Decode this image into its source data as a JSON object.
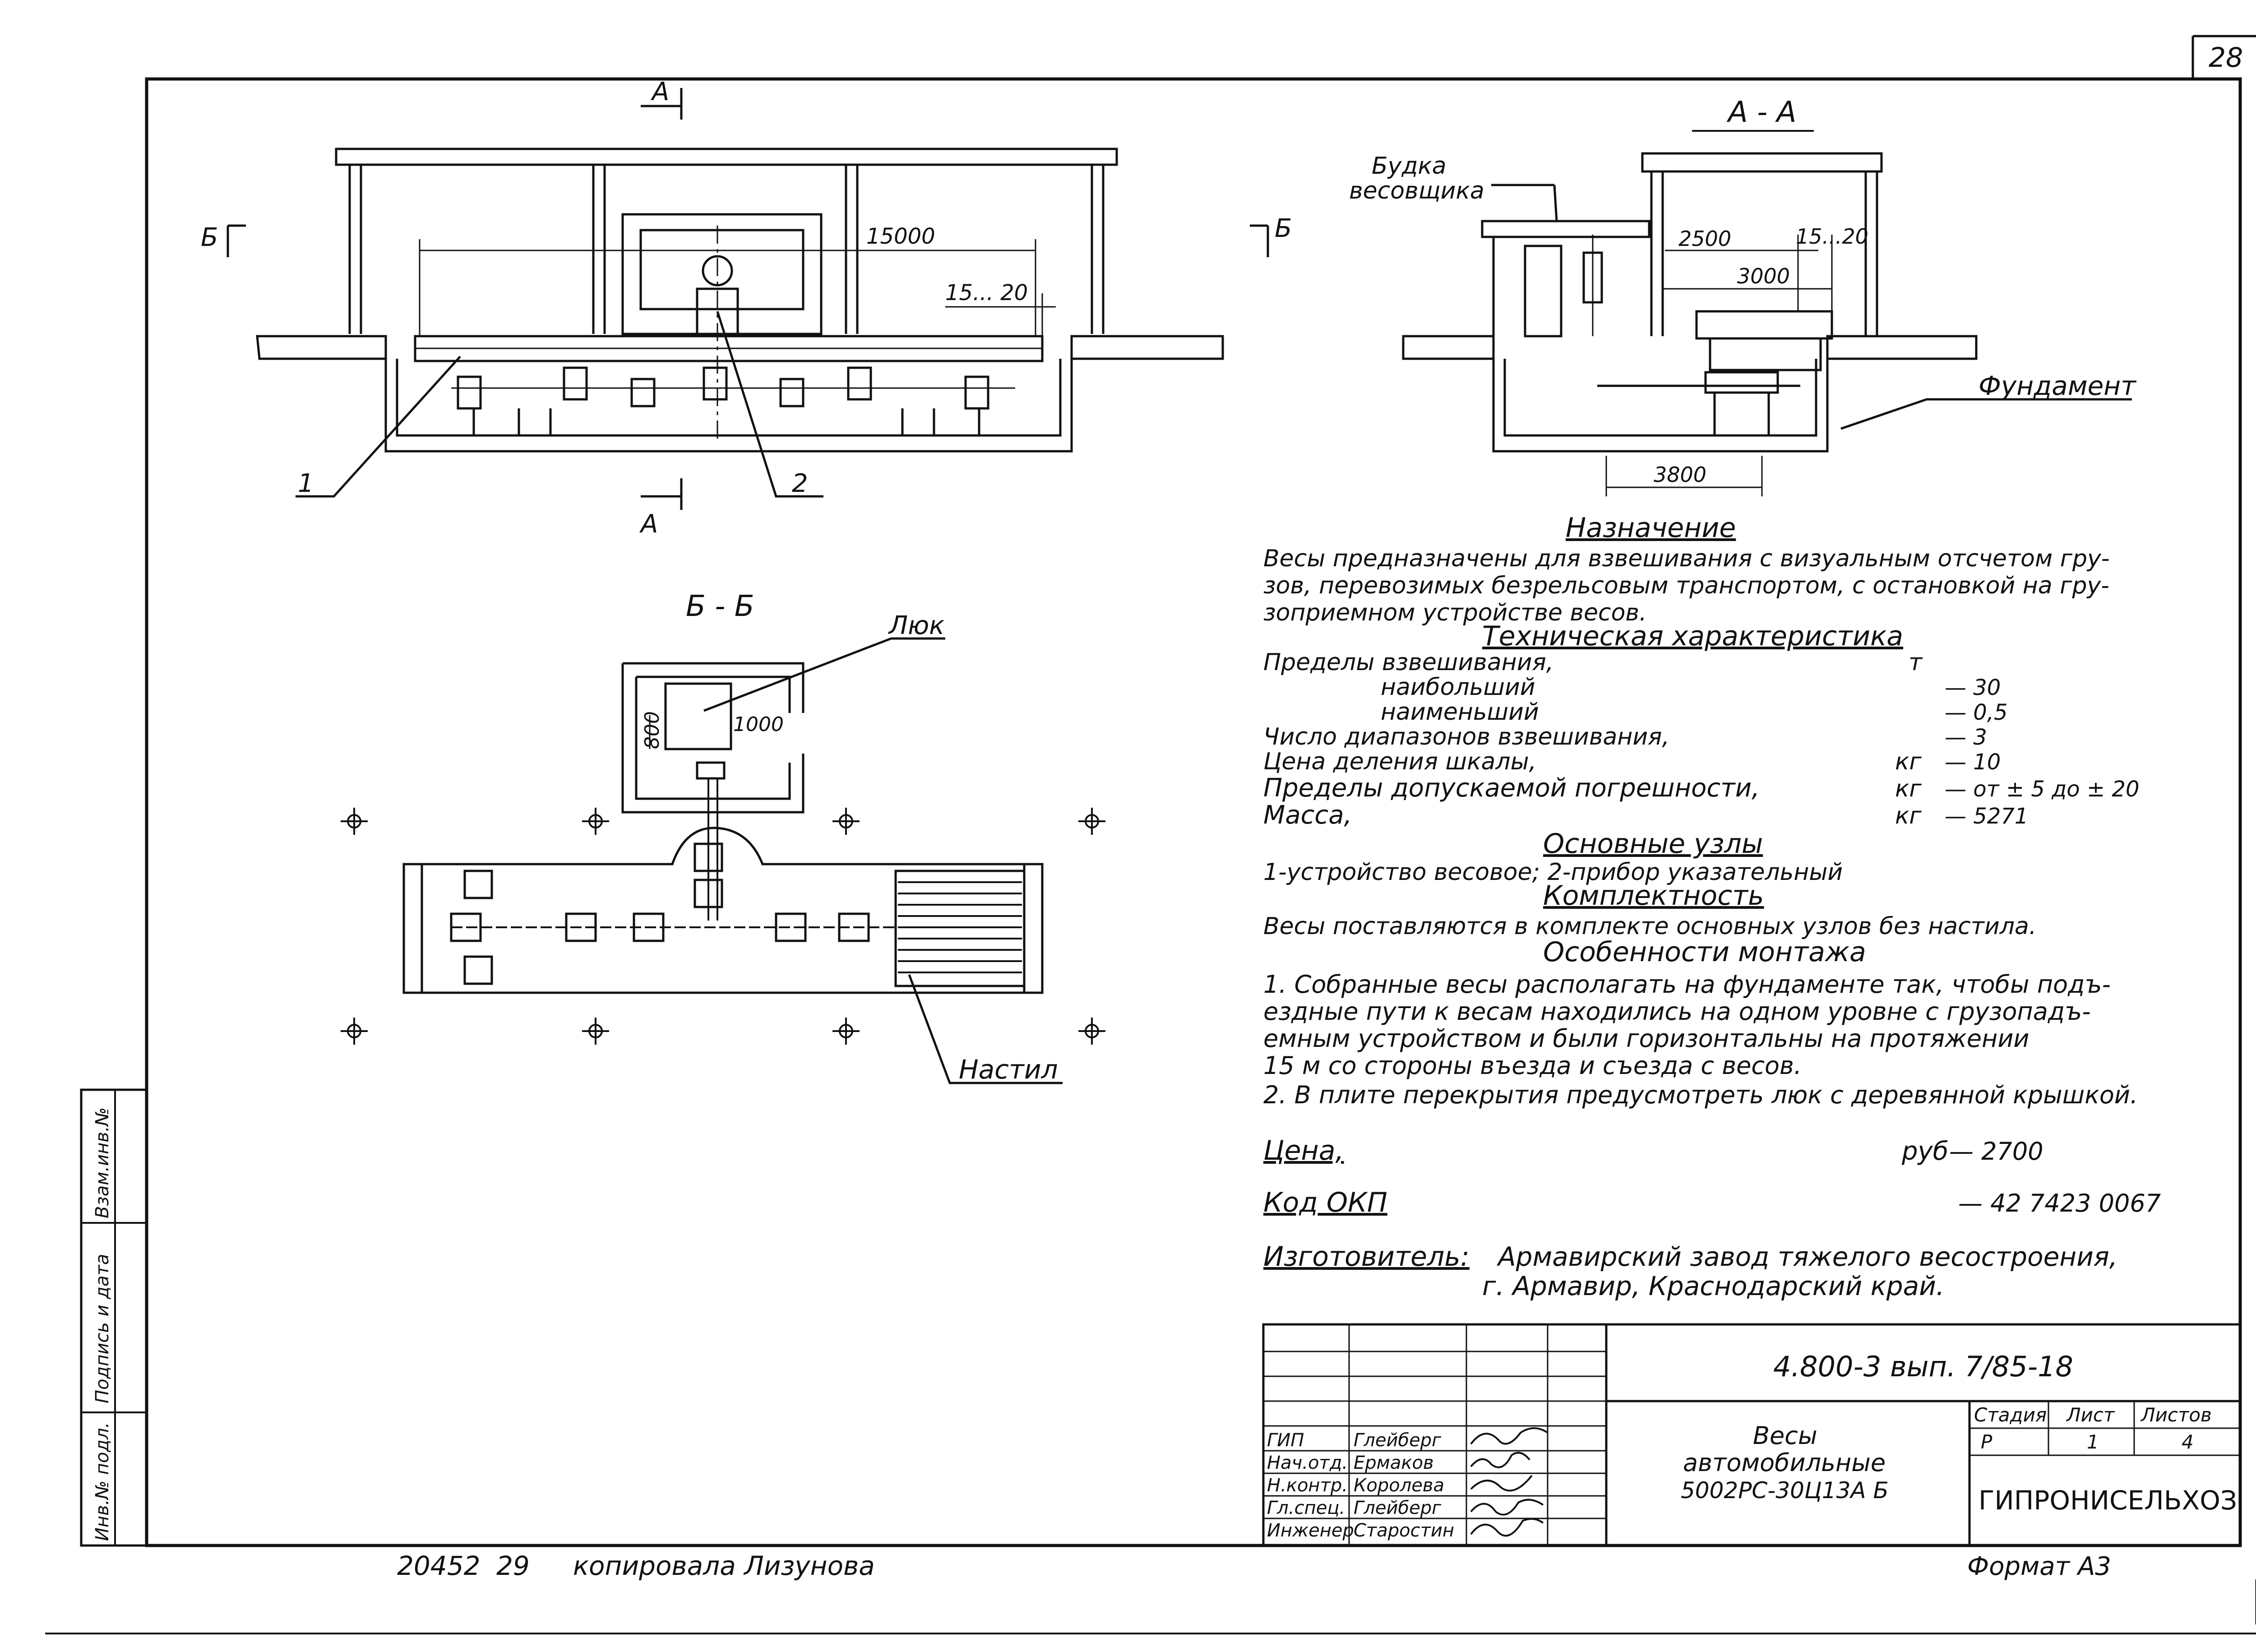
{
  "sheet_number": "28",
  "views": {
    "section_aa_title": "А - А",
    "section_bb_title": "Б - Б",
    "cut_a": "А",
    "cut_b": "Б",
    "front": {
      "dim_span": "15000",
      "dim_gap": "15... 20",
      "callout_1": "1",
      "callout_2": "2"
    },
    "side": {
      "booth_label_1": "Будка",
      "booth_label_2": "весовщика",
      "dim_2500": "2500",
      "dim_gap": "15...20",
      "dim_3000": "3000",
      "dim_3800": "3800",
      "foundation_label": "Фундамент"
    },
    "plan": {
      "hatch_label": "Люк",
      "dim_800": "800",
      "dim_1000": "1000",
      "deck_label": "Настил"
    }
  },
  "notes": {
    "purpose_title": "Назначение",
    "purpose_lines": [
      "Весы предназначены для взвешивания с визуальным отсчетом гру-",
      "зов, перевозимых безрельсовым транспортом, с остановкой на гру-",
      "зоприемном устройстве весов."
    ],
    "spec_title": "Техническая характеристика",
    "spec_rows": [
      {
        "label": "Пределы взвешивания,",
        "unit": "т",
        "value": ""
      },
      {
        "label": "наибольший",
        "unit": "",
        "value": "— 30"
      },
      {
        "label": "наименьший",
        "unit": "",
        "value": "— 0,5"
      },
      {
        "label": "Число диапазонов взвешивания,",
        "unit": "",
        "value": "— 3"
      },
      {
        "label": "Цена деления шкалы,",
        "unit": "кг",
        "value": "— 10"
      },
      {
        "label": "Пределы допускаемой погрешности,",
        "unit": "кг",
        "value": "— от ± 5 до ± 20"
      },
      {
        "label": "Масса,",
        "unit": "кг",
        "value": "— 5271"
      }
    ],
    "units_title": "Основные узлы",
    "units_line": "1-устройство весовое;  2-прибор указательный",
    "set_title": "Комплектность",
    "set_line": "Весы поставляются в комплекте основных узлов без настила.",
    "mount_title": "Особенности монтажа",
    "mount_lines": [
      "1. Собранные весы располагать на фундаменте так, чтобы подъ-",
      "    ездные пути к весам находились на одном уровне с грузопадъ-",
      "    емным устройством и были горизонтальны на протяжении",
      "    15 м со стороны въезда и съезда с весов.",
      "2. В плите перекрытия предусмотреть люк с деревянной крышкой."
    ],
    "price_label": "Цена,",
    "price_unit": "руб",
    "price_value": "— 2700",
    "okp_label": "Код ОКП",
    "okp_value": "— 42 7423 0067",
    "maker_label": "Изготовитель:",
    "maker_line_1": "Армавирский завод тяжелого весостроения,",
    "maker_line_2": "г. Армавир, Краснодарский край."
  },
  "title_block": {
    "doc_code": "4.800-3  вып. 7/85-18",
    "product_line_1": "Весы",
    "product_line_2": "автомобильные",
    "product_line_3": "5002РС-30Ц13А Б",
    "stage_header": "Стадия",
    "sheet_header": "Лист",
    "sheets_header": "Листов",
    "stage_value": "Р",
    "sheet_value": "1",
    "sheets_value": "4",
    "organization": "ГИПРОНИСЕЛЬХОЗ",
    "staff": [
      {
        "role": "ГИП",
        "name": "Глейберг"
      },
      {
        "role": "Нач.отд.",
        "name": "Ермаков"
      },
      {
        "role": "Н.контр.",
        "name": "Королева"
      },
      {
        "role": "Гл.спец.",
        "name": "Глейберг"
      },
      {
        "role": "Инженер",
        "name": "Старостин"
      }
    ]
  },
  "side_stamp": {
    "inv_orig": "Инв.№ подл.",
    "sign_date": "Подпись и дата",
    "inv_instead": "Взам.инв.№"
  },
  "footer": {
    "number": "20452",
    "page": "29",
    "copied_by": "копировала Лизунова",
    "format": "Формат А3"
  }
}
